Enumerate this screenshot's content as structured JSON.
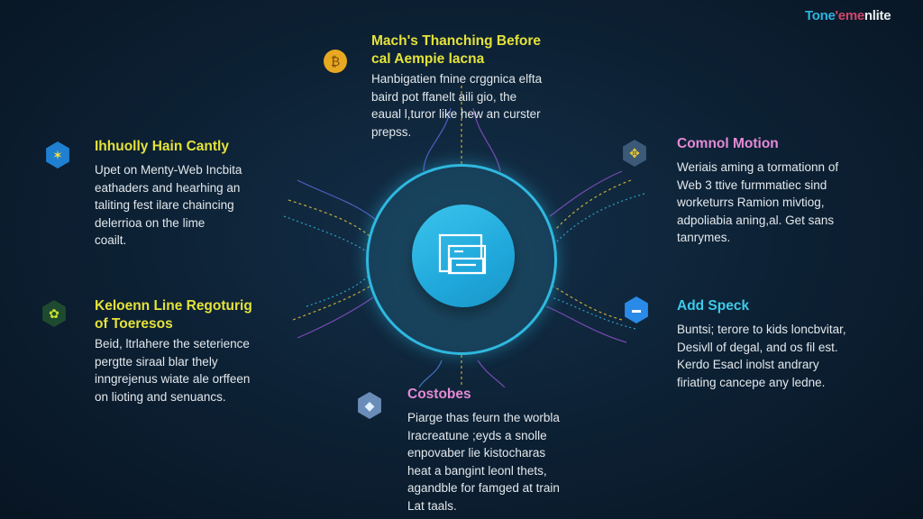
{
  "brand": {
    "part1": "Tone",
    "part2": "'eme",
    "part3": "nlite"
  },
  "center": {
    "icon": "documents-stack-icon"
  },
  "items": [
    {
      "title_line1": "Mach's Thanching Before",
      "title_line2": "cal Aempie lacna",
      "lines": [
        "Hanbigatien fnine crggnica elfta",
        "baird pot ffanelt aili gio, the",
        "eaual l,turor like hew an curster",
        "prepss."
      ],
      "icon": "coin-icon",
      "color": "#e4e23a"
    },
    {
      "title_line1": "Ihhuolly Hain Cantly",
      "lines": [
        "Upet on Menty-Web Incbita",
        "eathaders and hearhing an",
        "taliting fest ilare chaincing",
        "delerrioa on the lime",
        "coailt."
      ],
      "icon": "sparkle-icon",
      "color": "#e4e23a"
    },
    {
      "title_line1": "Comnol Motion",
      "lines": [
        "Weriais aming a tormationn of",
        "Web 3 ttive furmmatiec sind",
        "worketurrs Ramion mivtiog,",
        "adpoliabia aning,al. Get sans",
        "tanrymes."
      ],
      "icon": "puzzle-icon",
      "color": "#e58ad6"
    },
    {
      "title_line1": "Keloenn Line Regoturig",
      "title_line2": "of Toeresos",
      "lines": [
        "Beid, ltrlahere the seterience",
        "pergtte siraal blar thely",
        "inngrejenus wiate ale orffeen",
        "on lioting and senuancs."
      ],
      "icon": "gear-cluster-icon",
      "color": "#e4e23a"
    },
    {
      "title_line1": "Add Speck",
      "lines": [
        "Buntsi; terore to kids loncbvitar,",
        "Desivll of degal, and os fil est.",
        "Kerdo Esacl inolst andrary",
        "firiating cancepe any ledne."
      ],
      "icon": "card-icon",
      "color": "#3ec9ea"
    },
    {
      "title_line1": "Costobes",
      "lines": [
        "Piarge thas feurn the worbla",
        "Iracreatune ;eyds a snolle",
        "enpovaber lie kistocharas",
        "heat a bangint leonl thets,",
        "agandble for famged at train",
        "Lat taals."
      ],
      "icon": "crystal-icon",
      "color": "#e58ad6"
    }
  ]
}
